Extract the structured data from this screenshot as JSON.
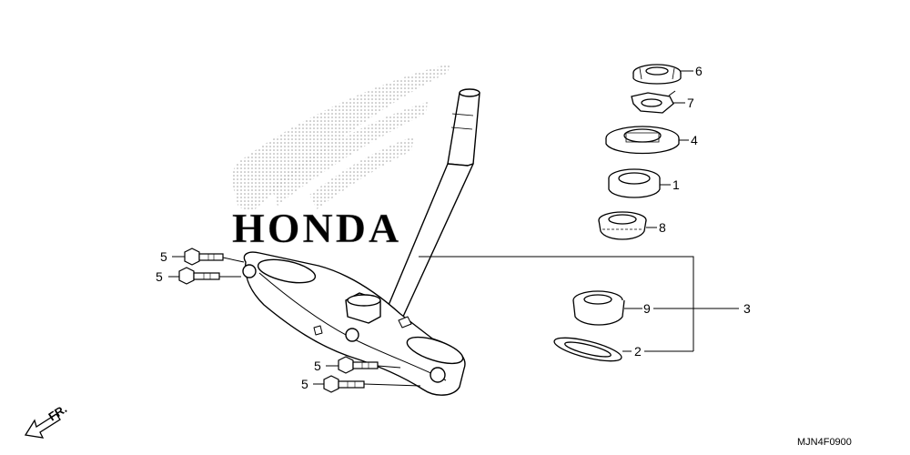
{
  "diagram": {
    "watermark_text": "HONDA",
    "direction_label": "FR.",
    "diagram_code": "MJN4F0900",
    "callouts": {
      "c1": "1",
      "c2": "2",
      "c3": "3",
      "c4": "4",
      "c5a": "5",
      "c5b": "5",
      "c5c": "5",
      "c5d": "5",
      "c6": "6",
      "c7": "7",
      "c8": "8",
      "c9": "9"
    }
  }
}
